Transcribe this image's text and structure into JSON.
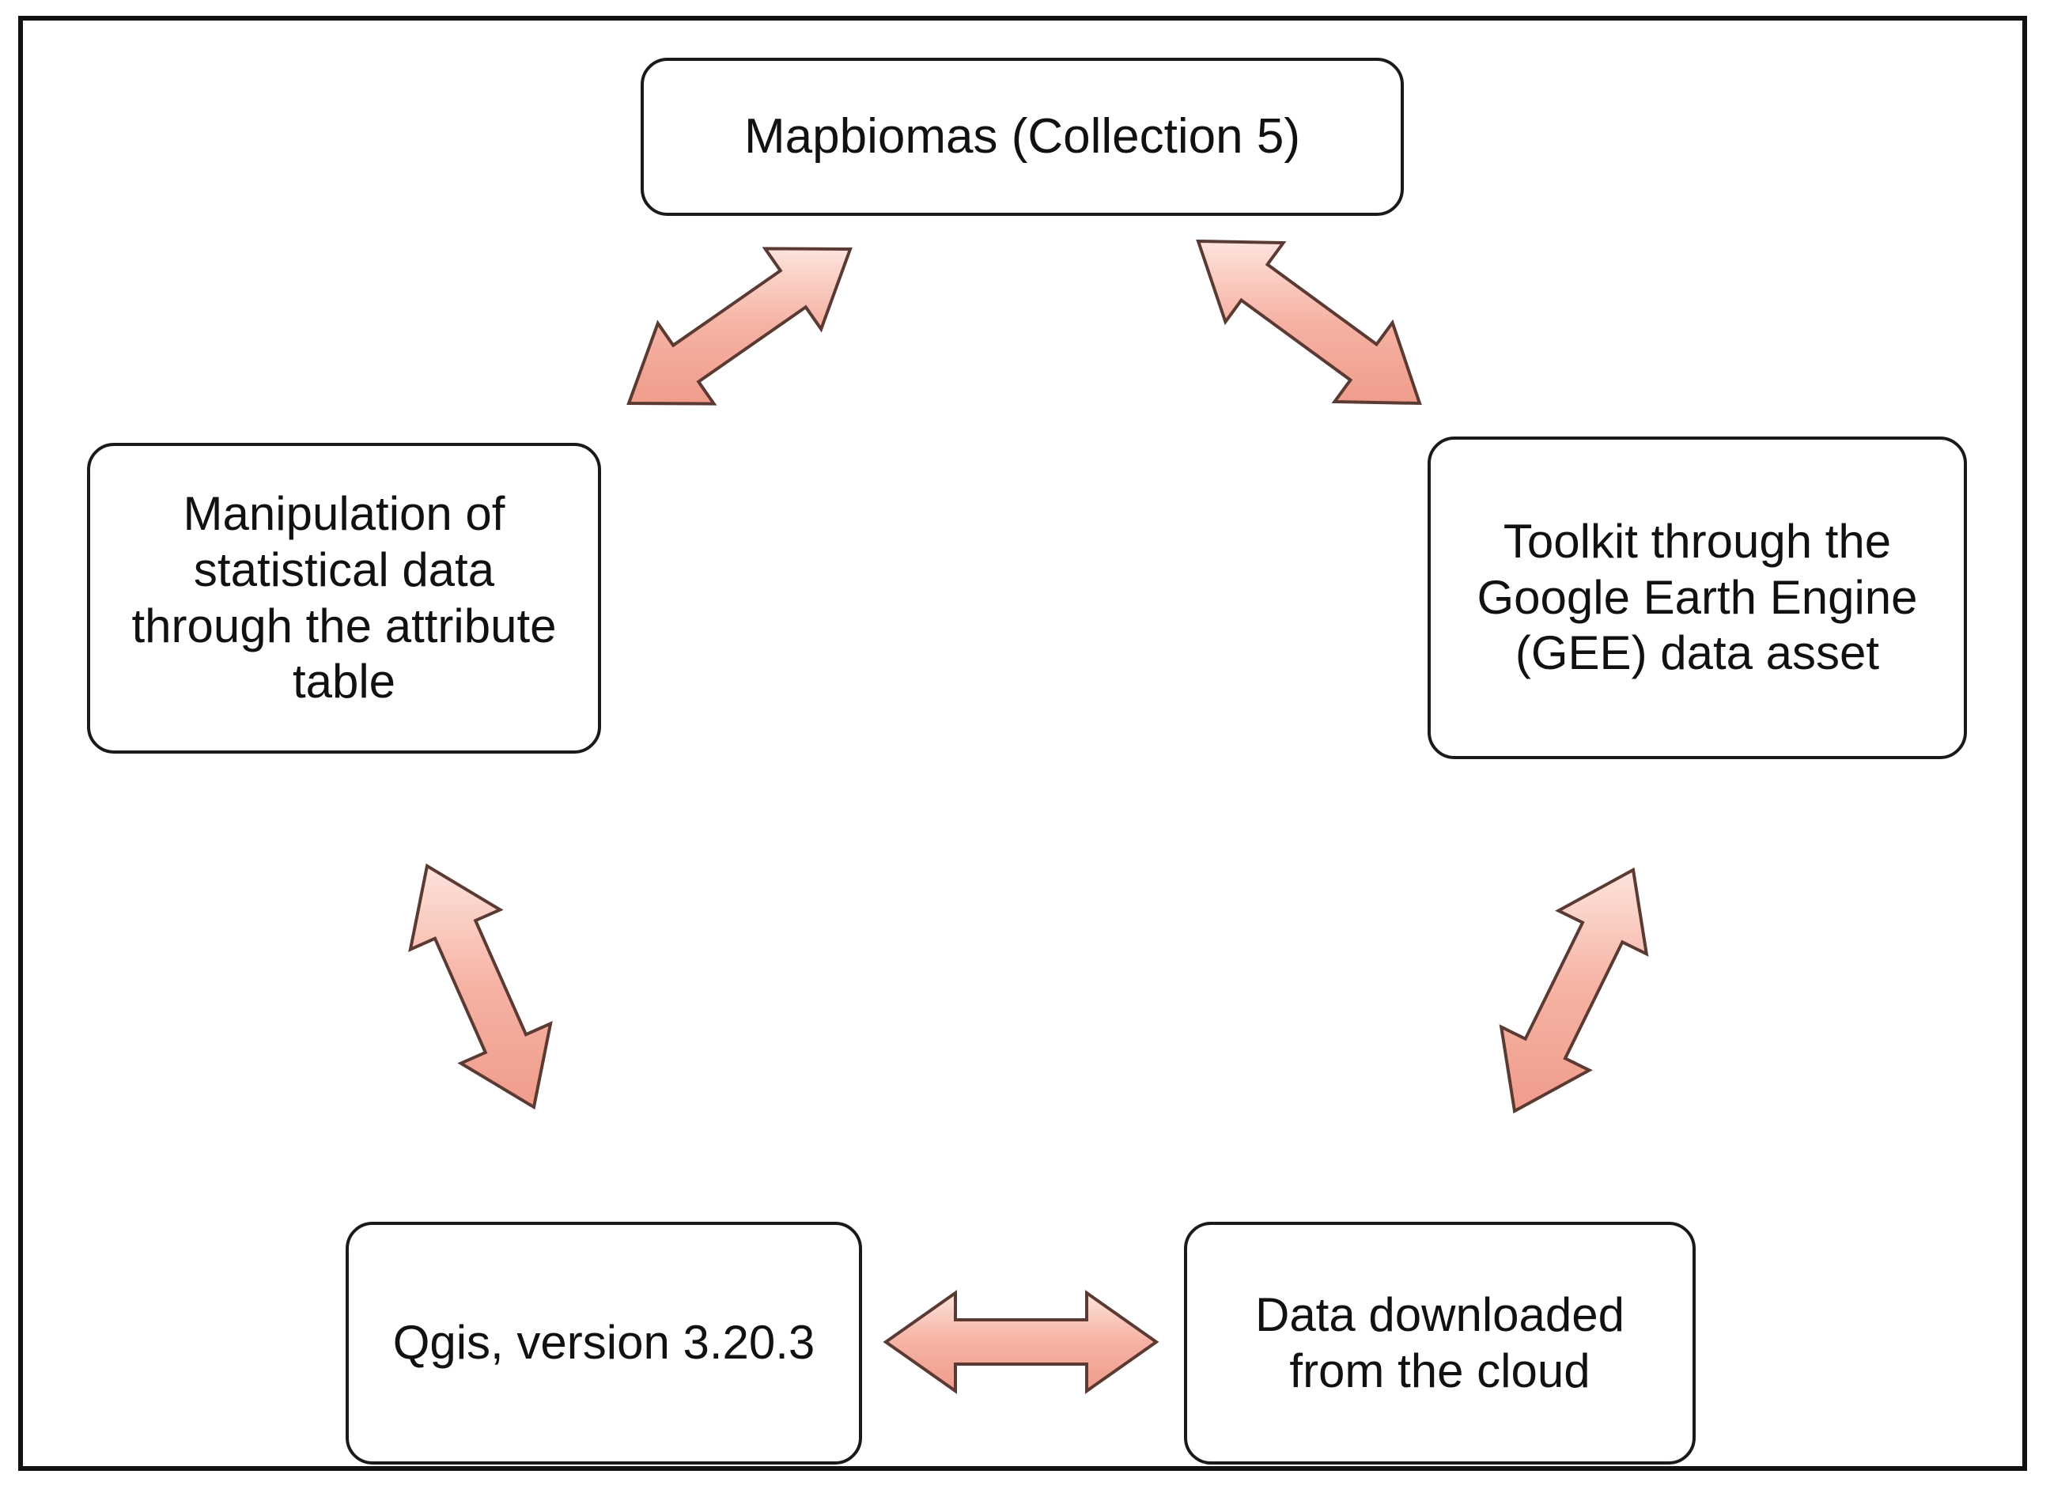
{
  "nodes": {
    "mapbiomas": "Mapbiomas (Collection 5)",
    "manipulation": "Manipulation of statistical data through the attribute table",
    "toolkit": "Toolkit through the Google Earth Engine (GEE) data asset",
    "qgis": "Qgis, version 3.20.3",
    "download": "Data downloaded from the cloud"
  },
  "connections": [
    {
      "from": "mapbiomas",
      "to": "manipulation",
      "direction": "bidirectional"
    },
    {
      "from": "mapbiomas",
      "to": "toolkit",
      "direction": "bidirectional"
    },
    {
      "from": "toolkit",
      "to": "download",
      "direction": "bidirectional"
    },
    {
      "from": "download",
      "to": "qgis",
      "direction": "bidirectional"
    },
    {
      "from": "qgis",
      "to": "manipulation",
      "direction": "bidirectional"
    }
  ],
  "colors": {
    "arrow_fill": "#f7b7a9",
    "arrow_stroke": "#5a3a33",
    "box_border": "#1a1a1a",
    "frame": "#111111"
  }
}
